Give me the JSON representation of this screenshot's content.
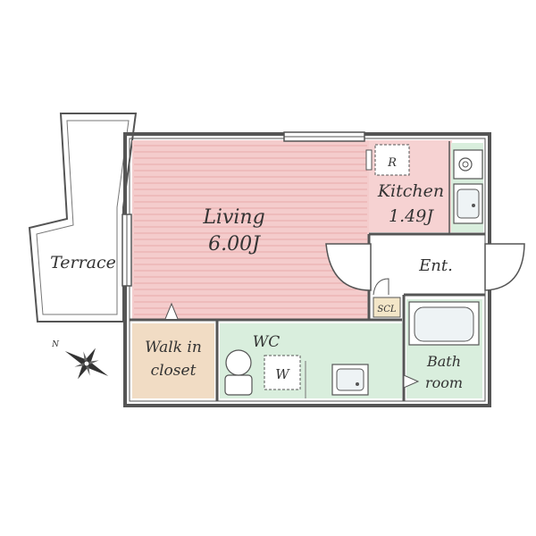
{
  "rooms": {
    "living": {
      "name": "Living",
      "size": "6.00J"
    },
    "kitchen": {
      "name": "Kitchen",
      "size": "1.49J"
    },
    "terrace": {
      "name": "Terrace"
    },
    "entrance": {
      "name": "Ent."
    },
    "walk_in_closet": {
      "line1": "Walk in",
      "line2": "closet"
    },
    "wc": {
      "name": "WC"
    },
    "bathroom": {
      "line1": "Bath",
      "line2": "room"
    }
  },
  "fixtures": {
    "refrigerator": "R",
    "washer": "W",
    "shoe_closet": "SCL"
  },
  "compass": {
    "label": "N"
  },
  "colors": {
    "living": "#f4cccc",
    "living_lines": "#e8aaaa",
    "kitchen": "#f6d2d2",
    "closet": "#f1dcc4",
    "wc": "#d9eedd",
    "bath": "#d9eedd",
    "wall": "#555555",
    "fixture": "#cfd8dc"
  }
}
